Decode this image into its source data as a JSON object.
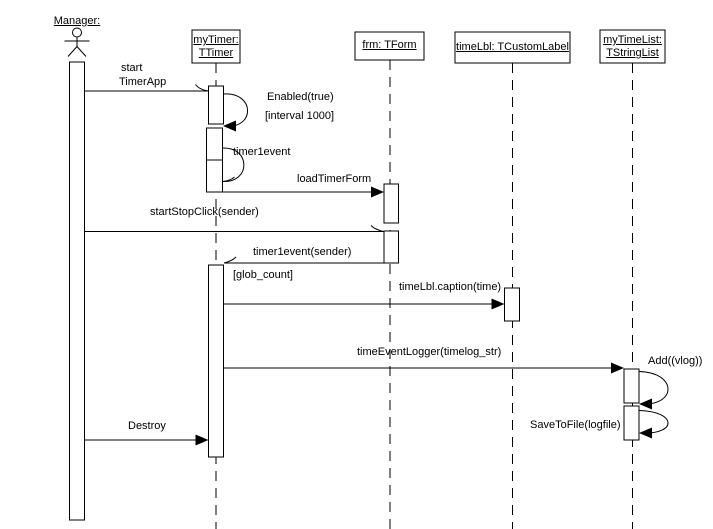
{
  "colors": {
    "ink": "#000000",
    "paper": "#ffffff"
  },
  "actor": {
    "label": "Manager:"
  },
  "lifelines": {
    "mytimer": {
      "line1": "myTimer:",
      "line2": "TTimer"
    },
    "frm": {
      "label": "frm: TForm"
    },
    "timelbl": {
      "label": "timeLbl: TCustomLabel"
    },
    "mytimelist": {
      "line1": "myTimeList:",
      "line2": "TStringList"
    }
  },
  "messages": {
    "start_line1": "start",
    "start_line2": "TimerApp",
    "enabled": "Enabled(true)",
    "interval_guard": "[interval 1000]",
    "timer1event": "timer1event",
    "load_timer_form": "loadTimerForm",
    "start_stop_click": "startStopClick(sender)",
    "timer1event_sender": "timer1event(sender)",
    "glob_count_guard": "[glob_count]",
    "timelbl_caption": "timeLbl.caption(time)",
    "time_event_logger": "timeEventLogger(timelog_str)",
    "add_vlog": "Add((vlog))",
    "save_to_file": "SaveToFile(logfile)",
    "destroy": "Destroy"
  }
}
